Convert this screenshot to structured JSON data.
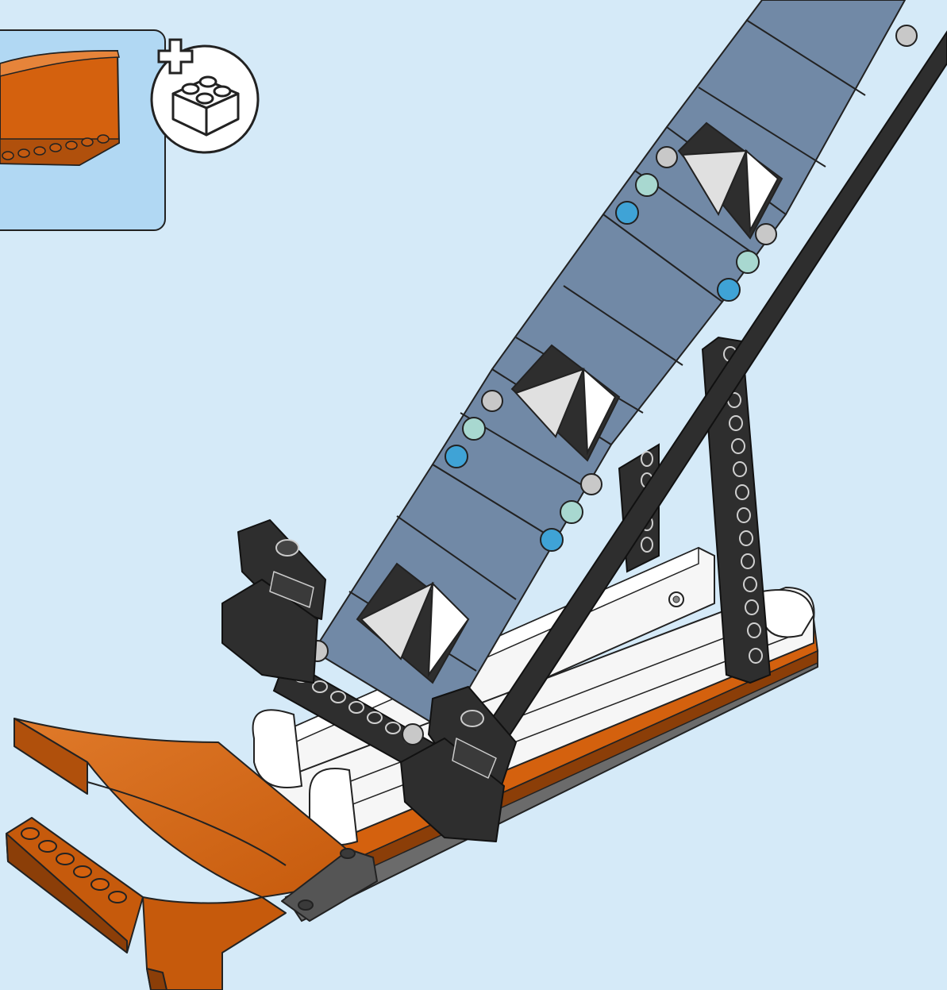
{
  "page": {
    "background": "#d5eaf8"
  },
  "callout": {
    "kind": "parts-callout",
    "parts": [
      "orange-curved-slope-ramp"
    ],
    "badge_icon": "add-new-brick-icon"
  },
  "model": {
    "name": "",
    "components": [
      "orange-curved-slope-ramp",
      "sand-blue-ramp-panels",
      "black-technic-beam-supports",
      "white-base-rails",
      "orange-stripe-base",
      "black-corner-wedges",
      "transparent-light-blue-round-plates",
      "light-bluish-gray-round-plates"
    ]
  },
  "colors": {
    "orange": "#d4610e",
    "orange_dark": "#a84a0a",
    "sand_blue": "#7189a6",
    "sand_blue_dark": "#5a7090",
    "black_part": "#2e2e2e",
    "white_part": "#f6f6f6",
    "trans_light_blue": "#a8d8d0",
    "medium_azure": "#3fa3d6",
    "light_gray": "#c8c8c8",
    "callout_fill": "#b1d8f3"
  }
}
